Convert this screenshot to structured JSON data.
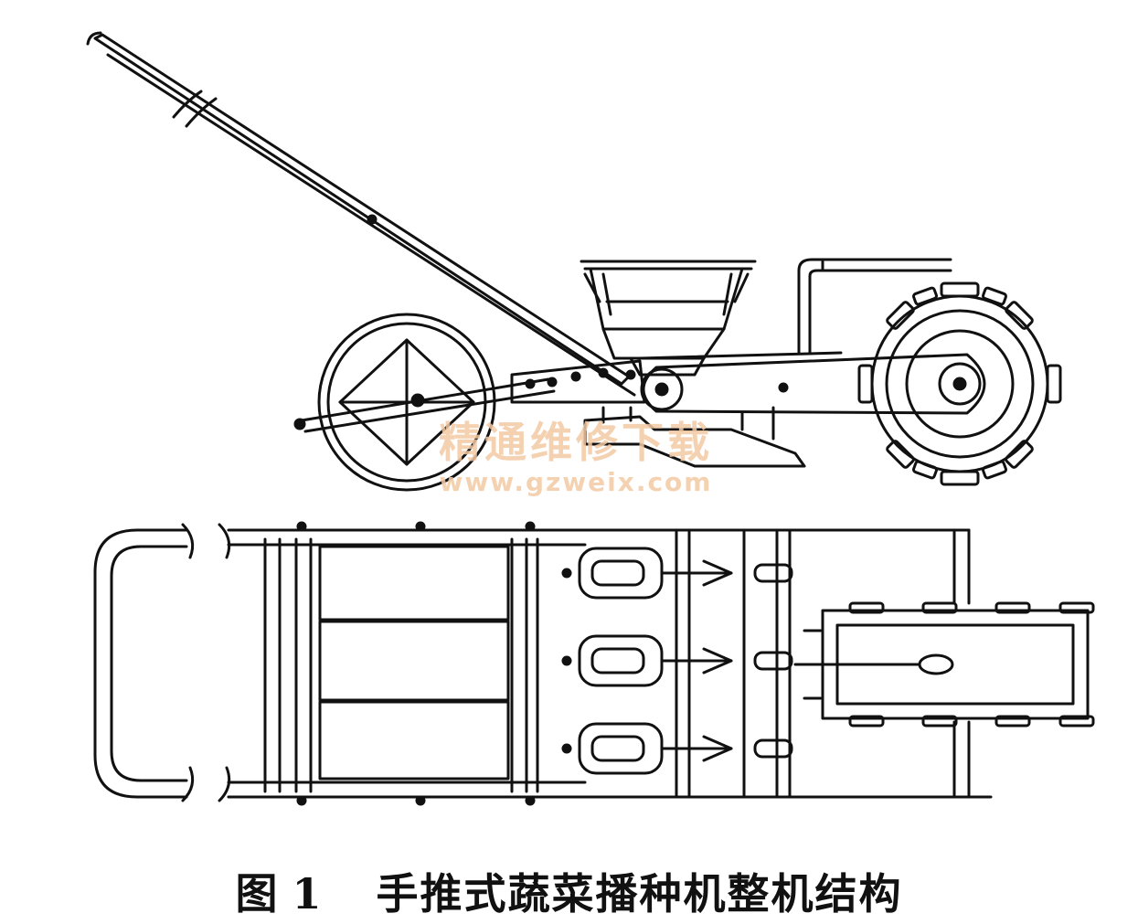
{
  "caption": {
    "figure_number": "图 1",
    "title": "手推式蔬菜播种机整机结构"
  },
  "watermark": {
    "site_name": "精通维修下载",
    "url": "www.gzweix.com"
  },
  "colors": {
    "line": "#111111",
    "watermark": "#f3c9a3"
  }
}
